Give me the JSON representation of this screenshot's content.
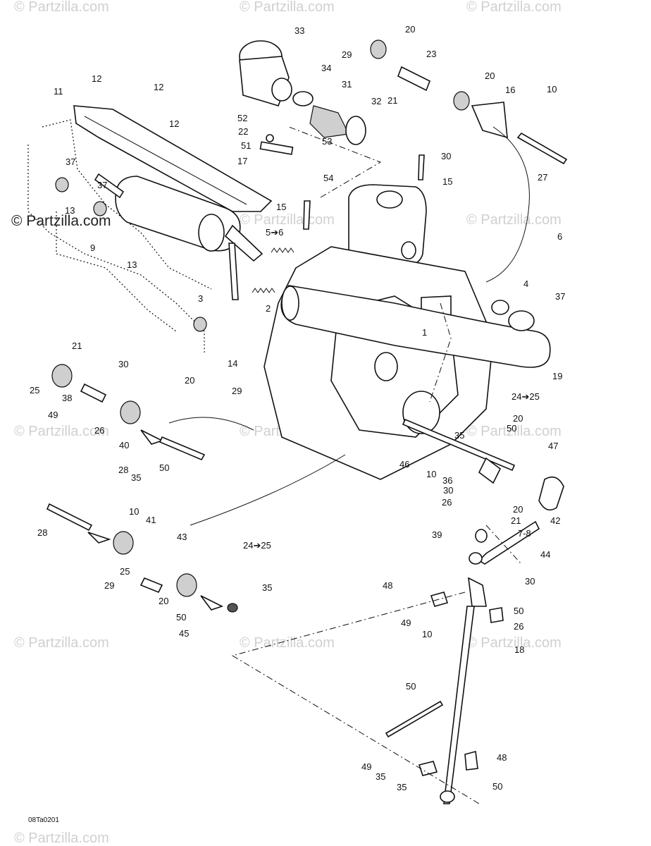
{
  "watermarks": [
    "© Partzilla.com",
    "© Partzilla.com",
    "© Partzilla.com",
    "© Partzilla.com",
    "© Partzilla.com",
    "© Partzilla.com",
    "© Partzilla.com",
    "© Partzilla.com",
    "© Partzilla.com",
    "© Partzilla.com",
    "© Partzilla.com",
    "© Partzilla.com"
  ],
  "main_watermark": "© Partzilla.com",
  "figure_code": "08Ta0201",
  "callouts": [
    "33",
    "20",
    "29",
    "23",
    "34",
    "31",
    "32",
    "21",
    "20",
    "16",
    "10",
    "12",
    "11",
    "12",
    "52",
    "22",
    "12",
    "51",
    "53",
    "17",
    "54",
    "30",
    "27",
    "37",
    "15",
    "37",
    "15",
    "13",
    "5➔6",
    "9",
    "6",
    "13",
    "2",
    "4",
    "37",
    "3",
    "1",
    "19",
    "14",
    "29",
    "21",
    "30",
    "20",
    "25",
    "38",
    "24➔25",
    "49",
    "20",
    "26",
    "35",
    "50",
    "40",
    "47",
    "46",
    "10",
    "28",
    "50",
    "36",
    "30",
    "35",
    "26",
    "10",
    "20",
    "41",
    "28",
    "21",
    "43",
    "7-8",
    "42",
    "39",
    "44",
    "25",
    "30",
    "24➔25",
    "29",
    "48",
    "50",
    "20",
    "49",
    "35",
    "26",
    "50",
    "10",
    "45",
    "18",
    "50",
    "48",
    "49",
    "35",
    "50",
    "35"
  ]
}
